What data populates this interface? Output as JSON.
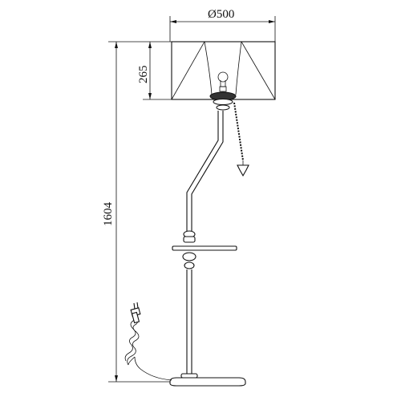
{
  "dimensions": {
    "shade_diameter": "Ø500",
    "shade_height": "265",
    "total_height": "1604"
  }
}
